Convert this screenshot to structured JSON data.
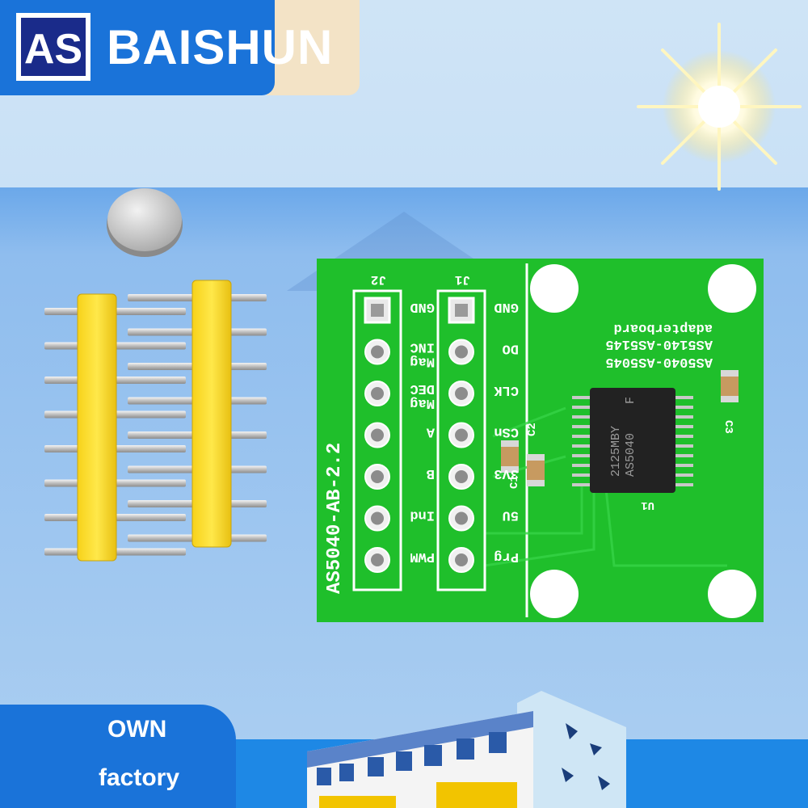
{
  "brand": {
    "name": "BAISHUN",
    "logo_glyph": "AS",
    "colors": {
      "brand_blue": "#1a73d9",
      "tail": "#f3e3c6"
    }
  },
  "badge": {
    "line1": "OWN",
    "line2": "factory"
  },
  "pcb": {
    "board_id": "AS5040-AB-2.2",
    "connector_j1": "J1",
    "connector_j2": "J2",
    "j1_pins": [
      "GND",
      "DO",
      "CLK",
      "CSn",
      "3V3",
      "5U",
      "Prg"
    ],
    "j2_pins": [
      "GND",
      "Mag INC",
      "Mag DEC",
      "A",
      "B",
      "Ind",
      "PWM"
    ],
    "product_text": [
      "adapterboard",
      "AS5140-AS5145",
      "AS5040-AS5045"
    ],
    "chip_text": [
      "2125MBY",
      "AS5040",
      "F"
    ],
    "chip_label": "U1",
    "cap_labels": [
      "C1",
      "C2",
      "C3"
    ],
    "board_color": "#22c22a"
  }
}
